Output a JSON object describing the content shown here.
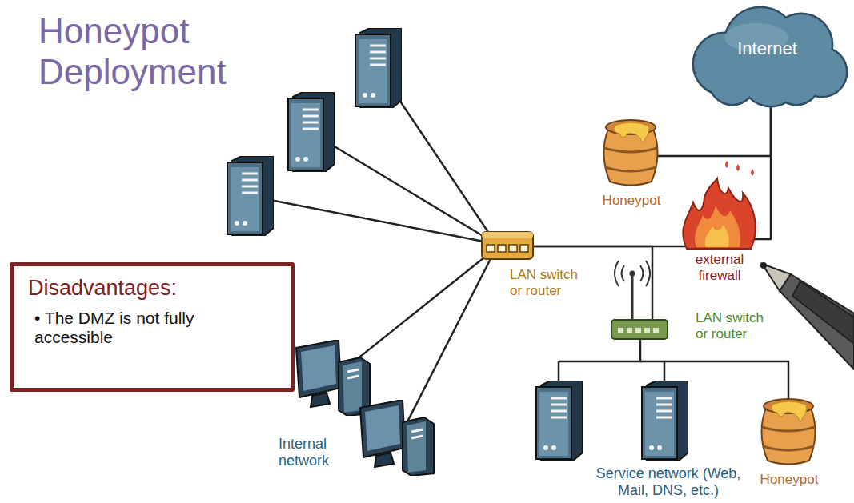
{
  "diagram": {
    "title": "Honeypot Deployment",
    "nodes": [
      {
        "text": [
          "Internet"
        ]
      },
      {
        "text": [
          "Honeypot"
        ]
      },
      {
        "text": [
          "external firewall"
        ]
      },
      {
        "text": [
          "LAN switch or router"
        ]
      },
      {
        "text": [
          "LAN switch or router"
        ]
      },
      {
        "text": [
          "Honeypot"
        ]
      },
      {
        "text": [
          "Disadvantages:",
          "• The DMZ is not fully accessible"
        ]
      }
    ],
    "edges": [
      {
        "from": 0,
        "to": 1,
        "arrow": "none"
      },
      {
        "from": 0,
        "to": 2,
        "arrow": "none"
      },
      {
        "from": 3,
        "to": 2,
        "arrow": "none"
      },
      {
        "from": 3,
        "to": 4,
        "arrow": "none"
      },
      {
        "from": 4,
        "to": 5,
        "arrow": "none"
      }
    ],
    "labels": [
      "Internal network",
      "Service network (Web, Mail, DNS, etc.)"
    ]
  }
}
